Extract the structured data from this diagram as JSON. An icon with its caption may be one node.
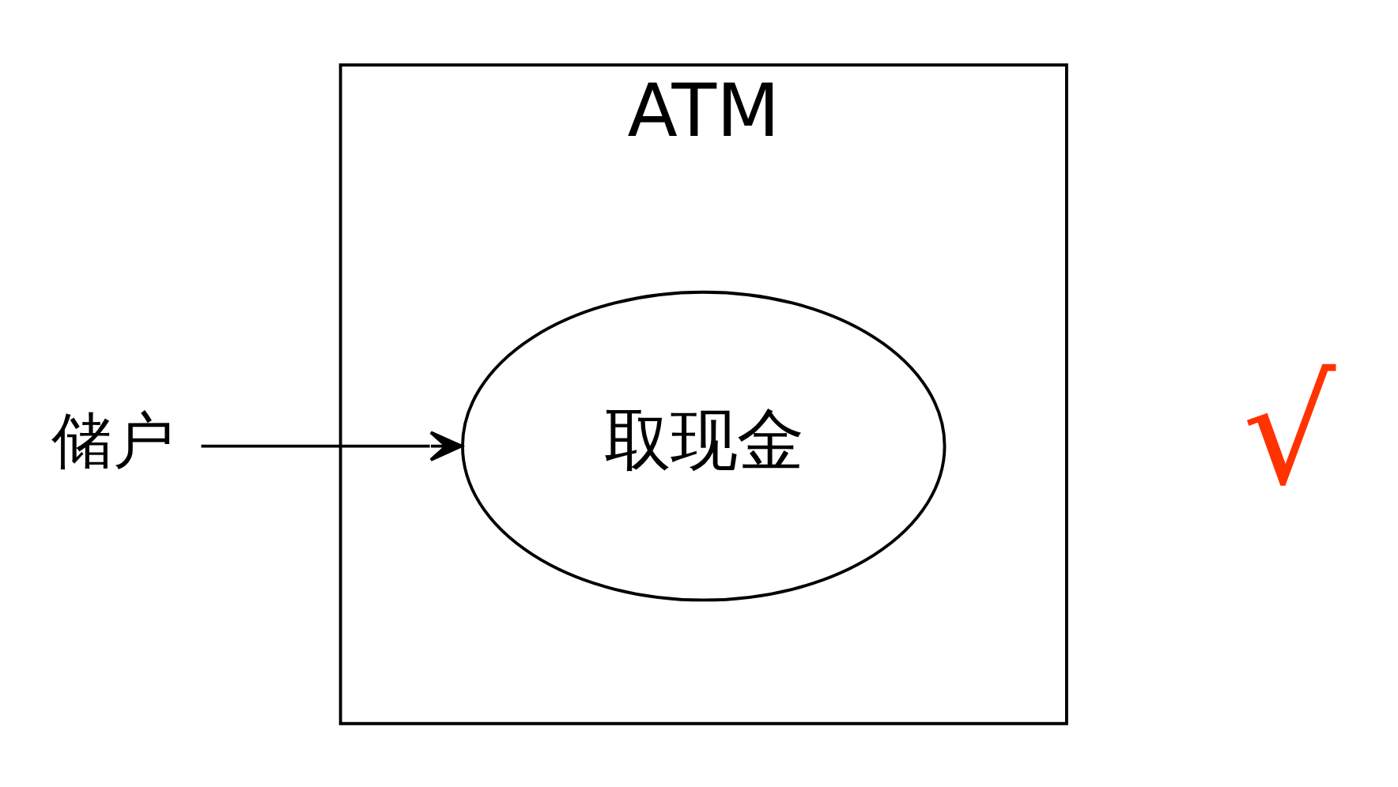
{
  "diagram": {
    "nodes": [
      {
        "text": [
          "储户"
        ]
      },
      {
        "text": [
          "ATM"
        ]
      },
      {
        "text": [
          "取现金"
        ],
        "in": 1
      }
    ],
    "edges": [
      {
        "from": 0,
        "to": 2,
        "arrow": "to"
      }
    ],
    "labels": [
      "√"
    ]
  }
}
